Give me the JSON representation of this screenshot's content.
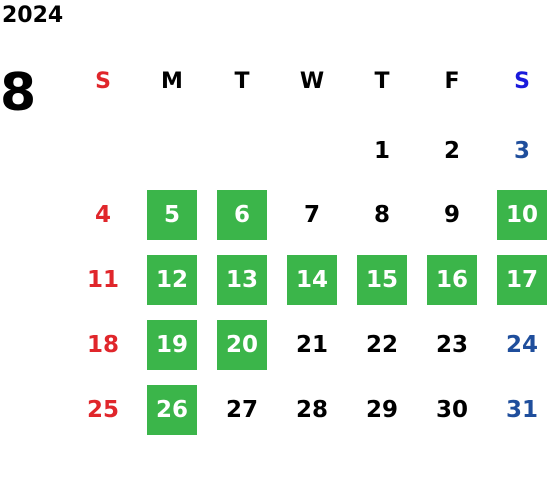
{
  "calendar": {
    "year": "2024",
    "month": "8",
    "weekdays": [
      "S",
      "M",
      "T",
      "W",
      "T",
      "F",
      "S"
    ],
    "weeks": [
      [
        "",
        "",
        "",
        "",
        "1",
        "2",
        "3"
      ],
      [
        "4",
        "5",
        "6",
        "7",
        "8",
        "9",
        "10"
      ],
      [
        "11",
        "12",
        "13",
        "14",
        "15",
        "16",
        "17"
      ],
      [
        "18",
        "19",
        "20",
        "21",
        "22",
        "23",
        "24"
      ],
      [
        "25",
        "26",
        "27",
        "28",
        "29",
        "30",
        "31"
      ]
    ],
    "highlighted_days": [
      "5",
      "6",
      "10",
      "12",
      "13",
      "14",
      "15",
      "16",
      "17",
      "19",
      "20",
      "26"
    ],
    "colors": {
      "sunday": "#e0262b",
      "saturday": "#1f4e9c",
      "saturday_header": "#1a1adc",
      "weekday": "#000000",
      "highlight_bg": "#3bb54a",
      "highlight_text": "#ffffff"
    }
  }
}
